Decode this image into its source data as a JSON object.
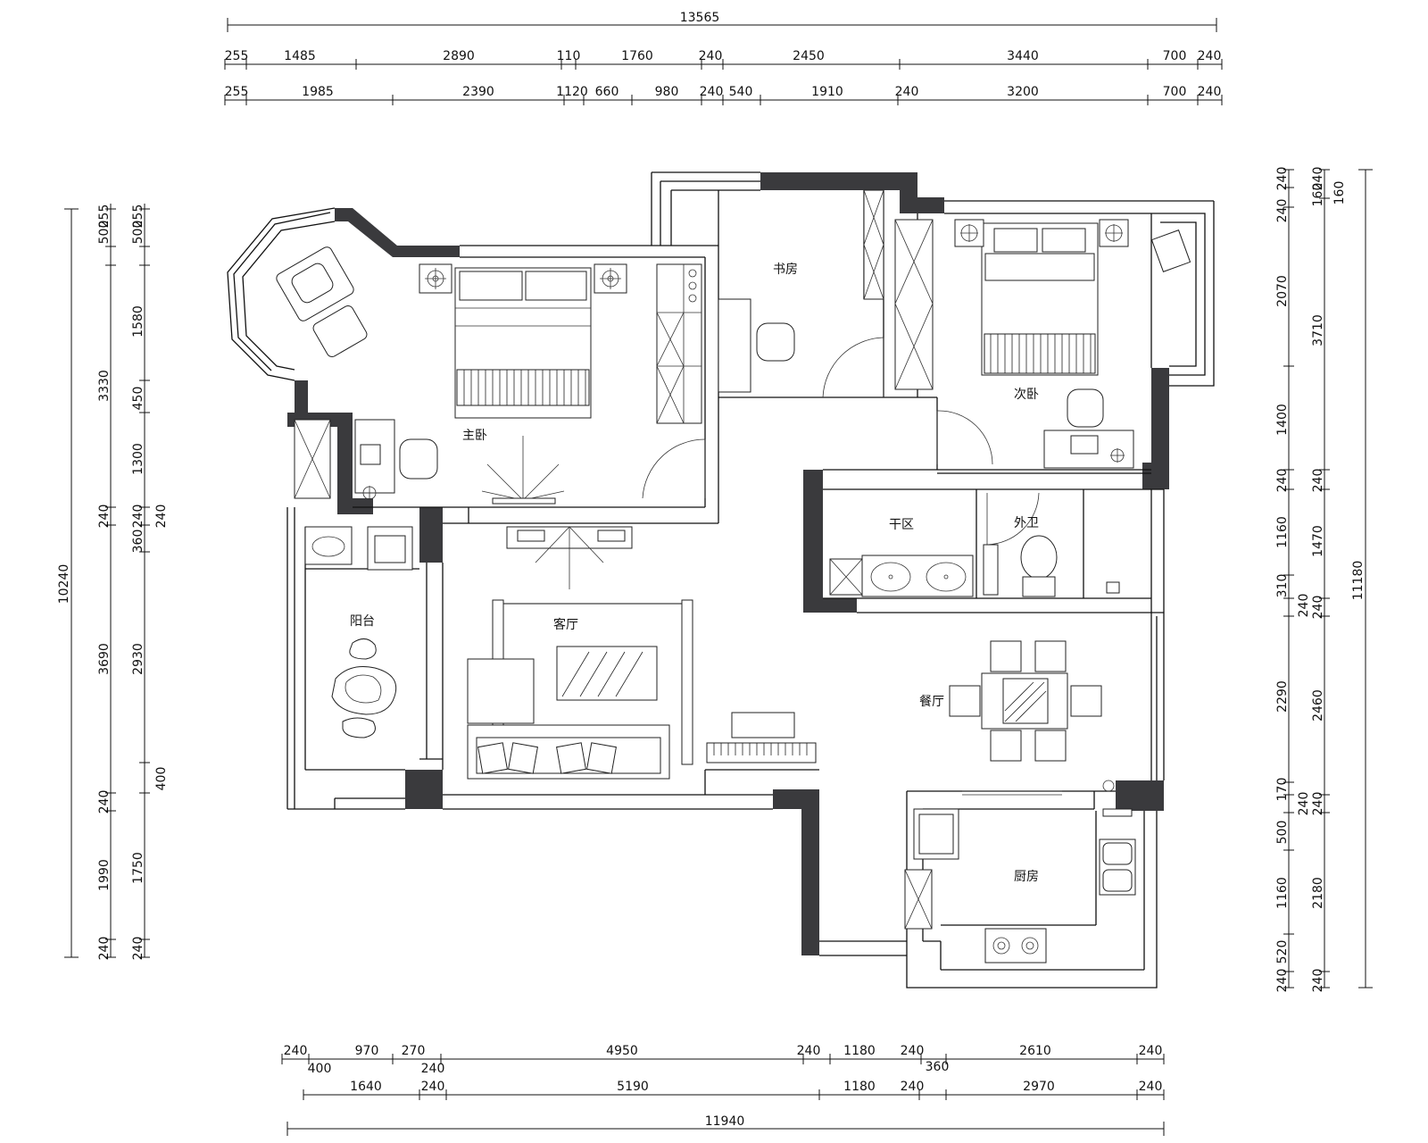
{
  "dimensions": {
    "top_overall": "13565",
    "top_row1": [
      "255",
      "1485",
      "2890",
      "110",
      "1760",
      "240",
      "2450",
      "3440",
      "700",
      "240"
    ],
    "top_row2": [
      "255",
      "1985",
      "2390",
      "1120",
      "660",
      "980",
      "240",
      "540",
      "1910",
      "240",
      "3200",
      "700",
      "240"
    ],
    "bottom_row1": [
      "240",
      "970",
      "270",
      "4950",
      "240",
      "1180",
      "240",
      "2610",
      "240"
    ],
    "bottom_sub": [
      "400",
      "240",
      "360"
    ],
    "bottom_row2": [
      "1640",
      "240",
      "5190",
      "1180",
      "240",
      "2970",
      "240"
    ],
    "bottom_overall": "11940",
    "left_overall": "10240",
    "left_col1": [
      "500",
      "255",
      "3330",
      "240",
      "3690",
      "240",
      "1990",
      "240"
    ],
    "left_col2": [
      "500",
      "255",
      "1580",
      "450",
      "1300",
      "240",
      "360",
      "2930",
      "400",
      "1750",
      "240"
    ],
    "left_extra": "240",
    "right_col1": [
      "240",
      "240",
      "2070",
      "1400",
      "240",
      "1160",
      "310",
      "240",
      "2290",
      "170",
      "240",
      "500",
      "1160",
      "520",
      "240"
    ],
    "right_col2": [
      "240",
      "160",
      "3710",
      "240",
      "1470",
      "240",
      "2460",
      "240",
      "2180",
      "240"
    ],
    "right_extra": "160",
    "right_overall": "11180"
  },
  "rooms": {
    "study": "书房",
    "master_bedroom": "主卧",
    "second_bedroom": "次卧",
    "dry_zone": "干区",
    "guest_bath": "外卫",
    "balcony": "阳台",
    "living_room": "客厅",
    "dining_room": "餐厅",
    "kitchen": "厨房"
  }
}
